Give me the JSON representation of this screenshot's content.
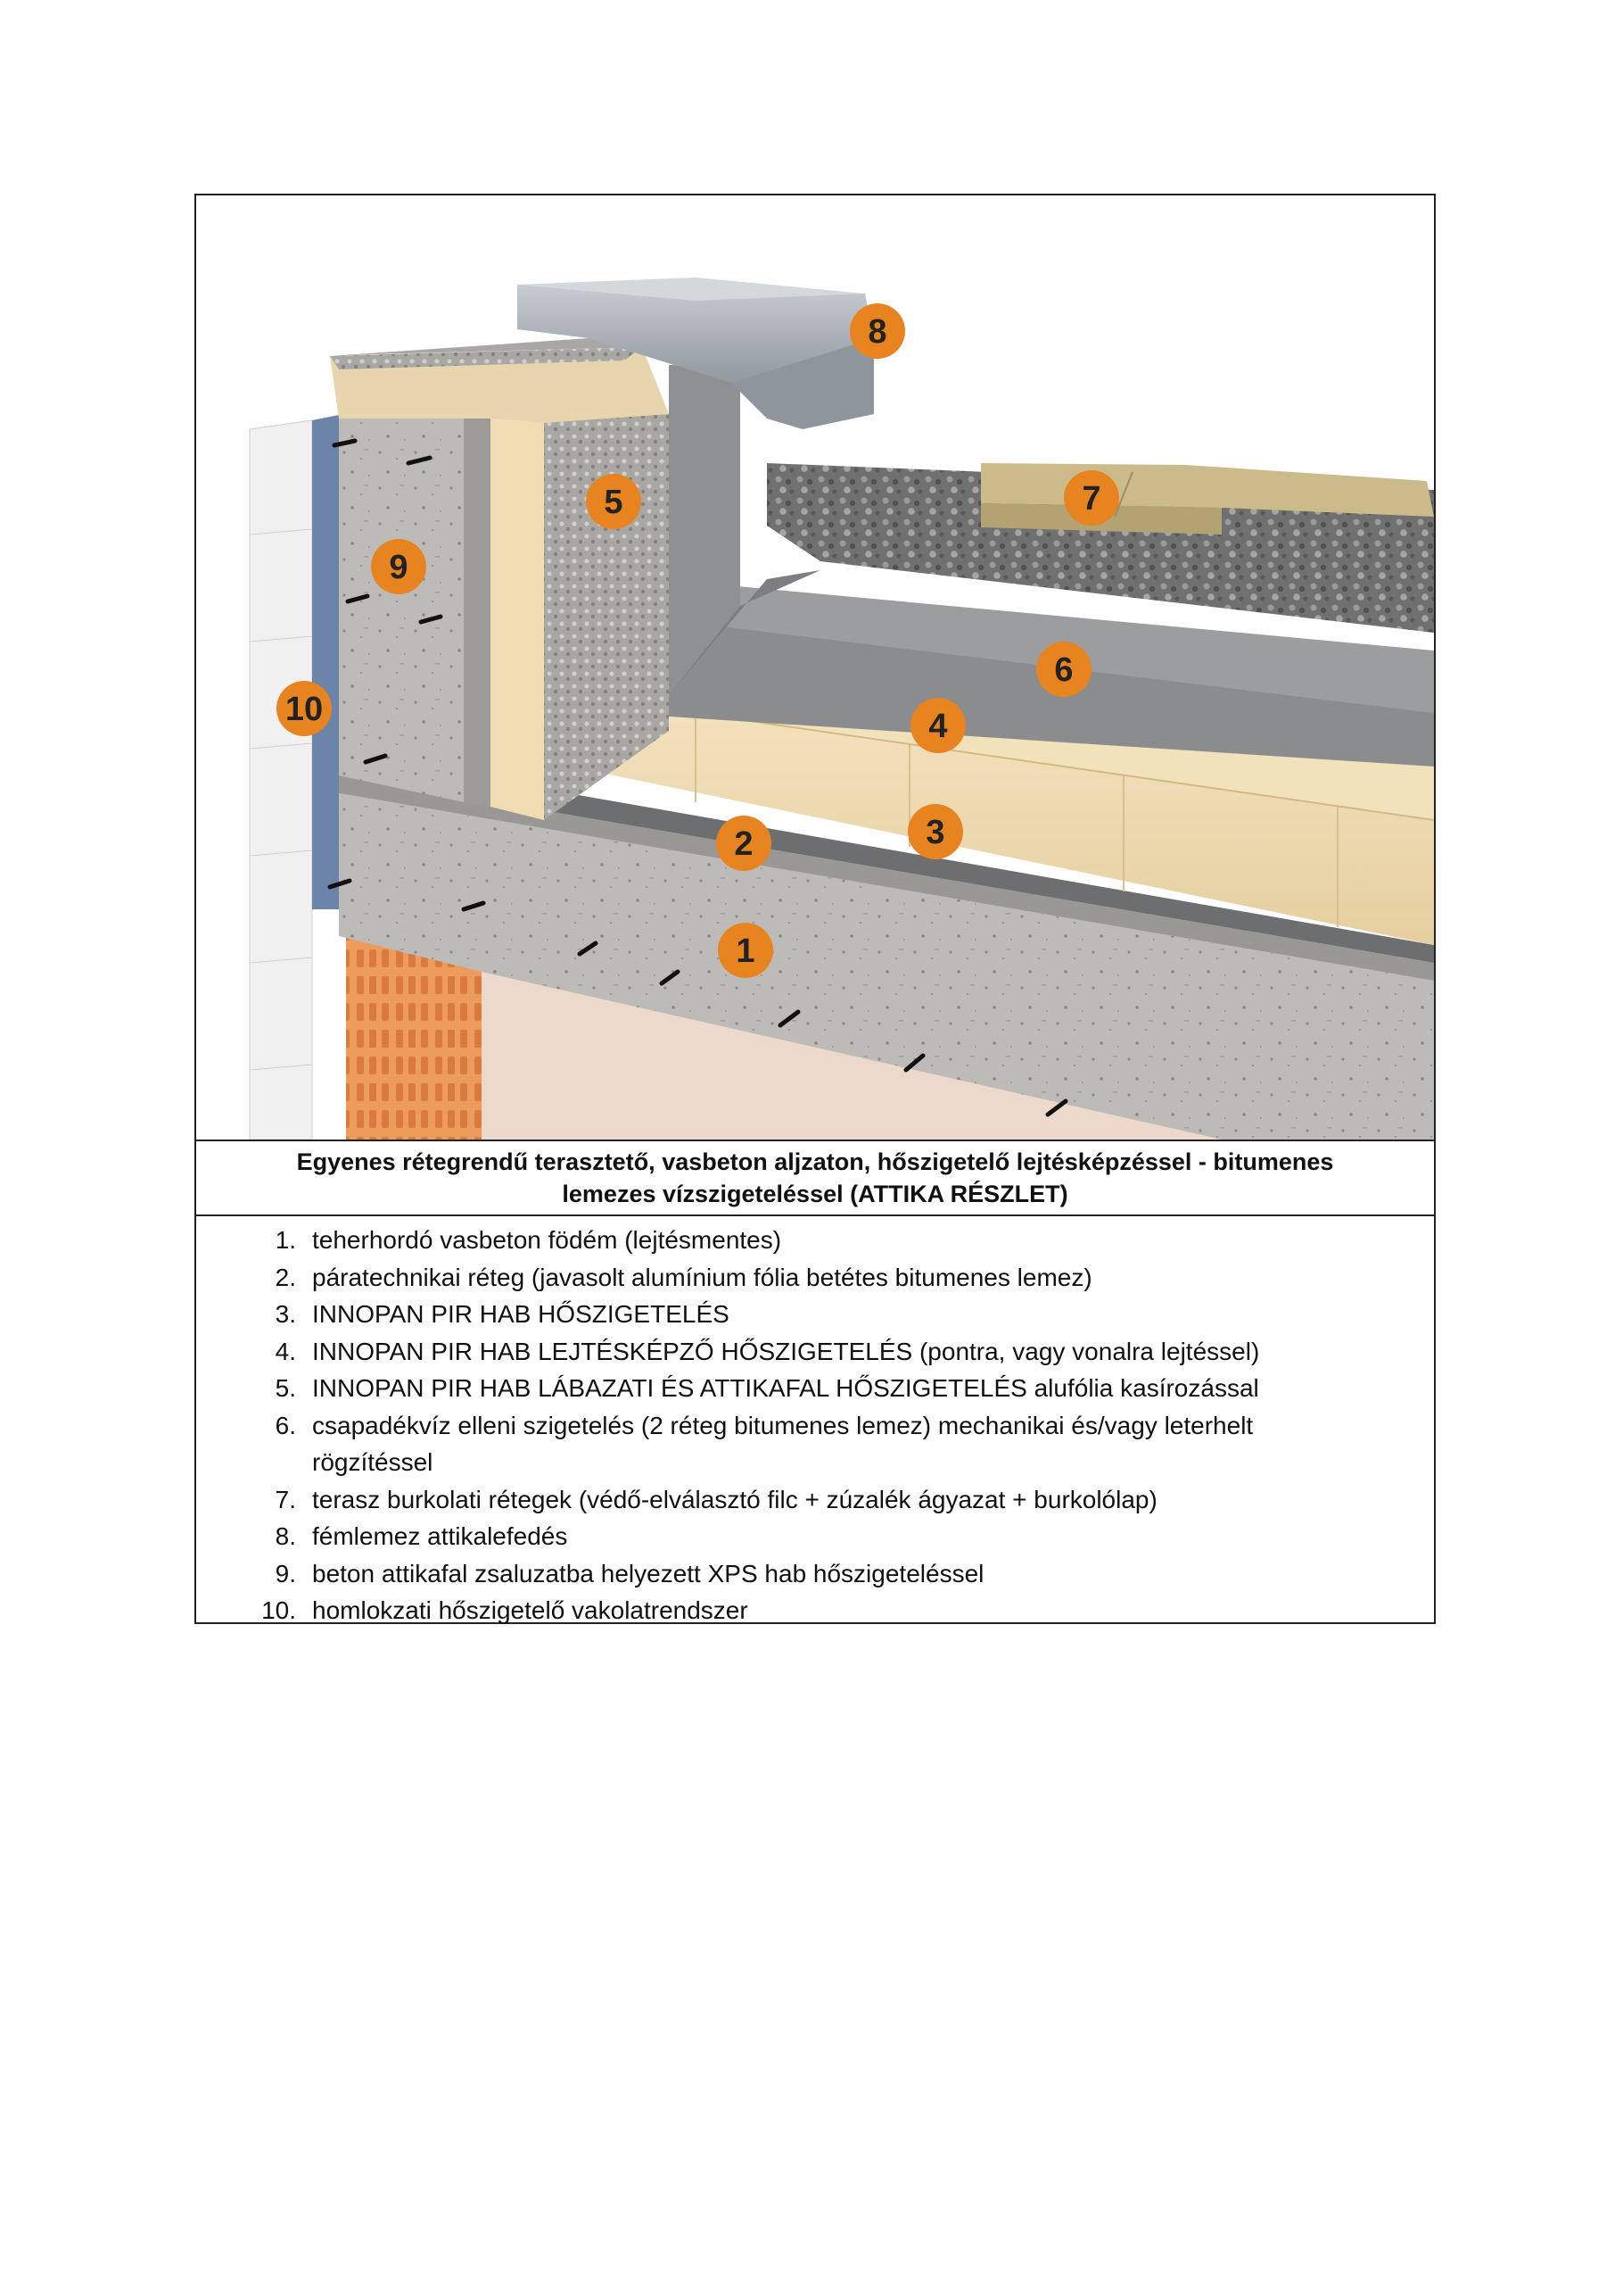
{
  "caption": {
    "line1": "Egyenes rétegrendű terasztető, vasbeton aljzaton, hőszigetelő lejtésképzéssel - bitumenes",
    "line2": "lemezes vízszigeteléssel (ATTIKA RÉSZLET)"
  },
  "markers": [
    "1",
    "2",
    "3",
    "4",
    "5",
    "6",
    "7",
    "8",
    "9",
    "10"
  ],
  "legend": [
    {
      "num": "1.",
      "text": "teherhordó vasbeton födém (lejtésmentes)"
    },
    {
      "num": "2.",
      "text": "páratechnikai réteg (javasolt alumínium fólia betétes bitumenes lemez)"
    },
    {
      "num": "3.",
      "text": "INNOPAN PIR HAB HŐSZIGETELÉS"
    },
    {
      "num": "4.",
      "text": "INNOPAN PIR HAB LEJTÉSKÉPZŐ HŐSZIGETELÉS (pontra, vagy vonalra lejtéssel)"
    },
    {
      "num": "5.",
      "text": "INNOPAN PIR HAB LÁBAZATI ÉS ATTIKAFAL HŐSZIGETELÉS alufólia kasírozással"
    },
    {
      "num": "6.",
      "text": "csapadékvíz elleni szigetelés (2 réteg bitumenes lemez) mechanikai és/vagy leterhelt",
      "cont": "rögzítéssel"
    },
    {
      "num": "7.",
      "text": "terasz burkolati rétegek (védő-elválasztó filc + zúzalék ágyazat + burkolólap)"
    },
    {
      "num": "8.",
      "text": "fémlemez attikalefedés"
    },
    {
      "num": "9.",
      "text": "beton attikafal zsaluzatba helyezett XPS hab hőszigeteléssel"
    },
    {
      "num": "10.",
      "text": "homlokzati hőszigetelő vakolatrendszer"
    }
  ],
  "colors": {
    "marker": "#e8841f",
    "concrete": "#b9b7b3",
    "pir": "#efdcb4",
    "membrane": "#8a8b8c",
    "metal": "#a7adb3",
    "gravel": "#6c6c6c",
    "tile": "#c9b98a",
    "brick": "#ef9f63",
    "xps": "#6f86a6"
  }
}
